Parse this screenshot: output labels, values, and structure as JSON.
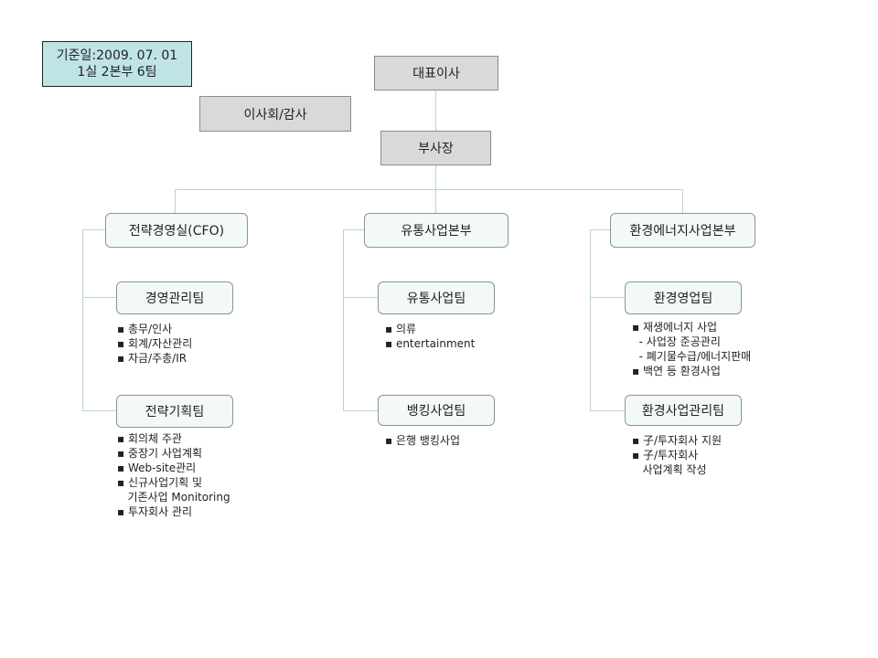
{
  "info": {
    "line1": "기준일:2009. 07. 01",
    "line2": "1실 2본부 6팀"
  },
  "ceo": "대표이사",
  "board": "이사회/감사",
  "vp": "부사장",
  "divisions": [
    {
      "name": "전략경영실(CFO)",
      "teams": [
        {
          "name": "경영관리팀",
          "items": [
            "▪ 총무/인사",
            "▪ 회계/자산관리",
            "▪ 자금/주총/IR"
          ]
        },
        {
          "name": "전략기획팀",
          "items": [
            "▪ 회의체 주관",
            "▪ 중장기 사업계획",
            "▪ Web-site관리",
            "▪ 신규사업기획 및",
            "   기존사업 Monitoring",
            "▪ 투자회사 관리"
          ]
        }
      ]
    },
    {
      "name": "유통사업본부",
      "teams": [
        {
          "name": "유통사업팀",
          "items": [
            "▪ 의류",
            "▪ entertainment"
          ]
        },
        {
          "name": "뱅킹사업팀",
          "items": [
            "▪ 은행 뱅킹사업"
          ]
        }
      ]
    },
    {
      "name": "환경에너지사업본부",
      "teams": [
        {
          "name": "환경영업팀",
          "items": [
            "▪ 재생에너지 사업",
            "  - 사업장 준공관리",
            "  - 폐기물수급/에너지판매",
            "▪ 백연 등 환경사업"
          ]
        },
        {
          "name": "환경사업관리팀",
          "items": [
            "▪ 子/투자회사 지원",
            "▪ 子/투자회사",
            "   사업계획 작성"
          ]
        }
      ]
    }
  ]
}
